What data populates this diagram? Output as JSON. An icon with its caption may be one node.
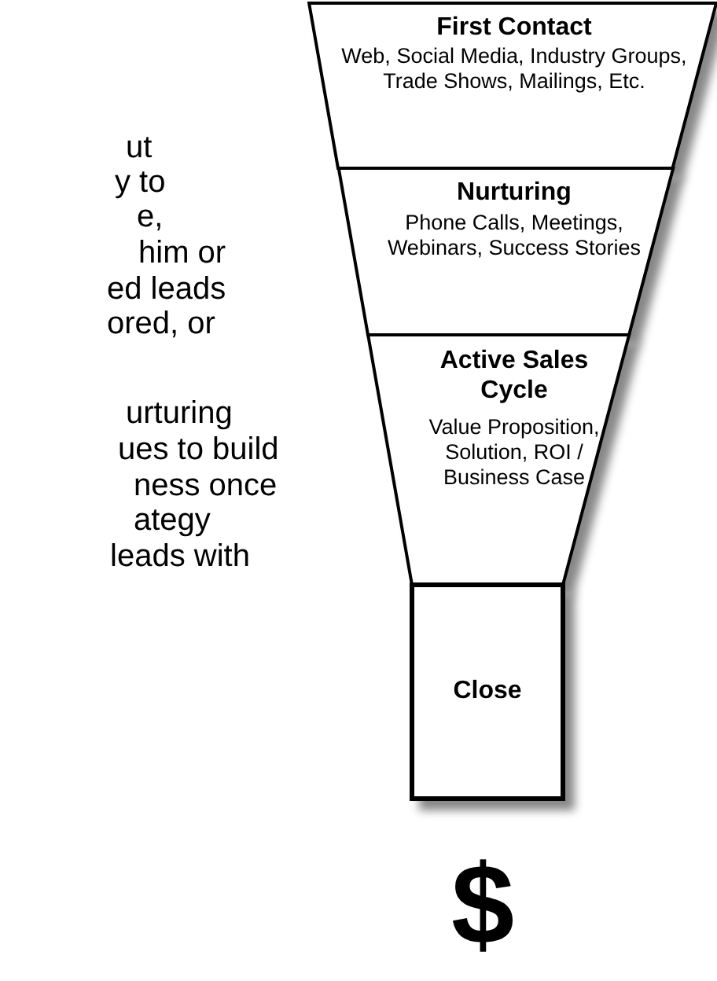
{
  "diagram": {
    "nodes": [
      {
        "text": [
          "First Contact",
          "Web, Social Media, Industry Groups, Trade Shows, Mailings, Etc."
        ]
      },
      {
        "text": [
          "Nurturing",
          "Phone Calls, Meetings, Webinars, Success Stories"
        ]
      },
      {
        "text": [
          "Active Sales Cycle",
          "Value Proposition, Solution, ROI / Business Case"
        ]
      },
      {
        "text": [
          "Close"
        ]
      }
    ],
    "edges": [],
    "labels": [
      "ut",
      "y to",
      "e,",
      "him or",
      "ed leads",
      "ored, or",
      "urturing",
      "ues to build",
      "ness once",
      "ategy",
      "leads with",
      "$"
    ]
  }
}
